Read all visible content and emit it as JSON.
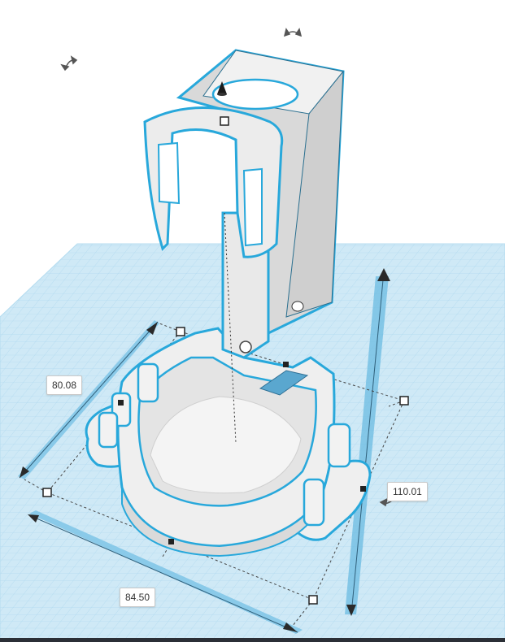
{
  "colors": {
    "workplane": "#cfe9f6",
    "grid_line": "#a7d5ee",
    "selection_outline": "#28a8db",
    "model_fill": "#efefef",
    "dimension_bar": "#7ec4e6",
    "height_arrow": "#6bbbe2"
  },
  "dimensions": {
    "width": "80.08",
    "length": "84.50",
    "height": "110.01"
  },
  "icons": {
    "orbit_left": "rotate-arrow-icon",
    "orbit_top": "rotate-arrow-icon",
    "lift_cone": "lift-cone-icon"
  }
}
